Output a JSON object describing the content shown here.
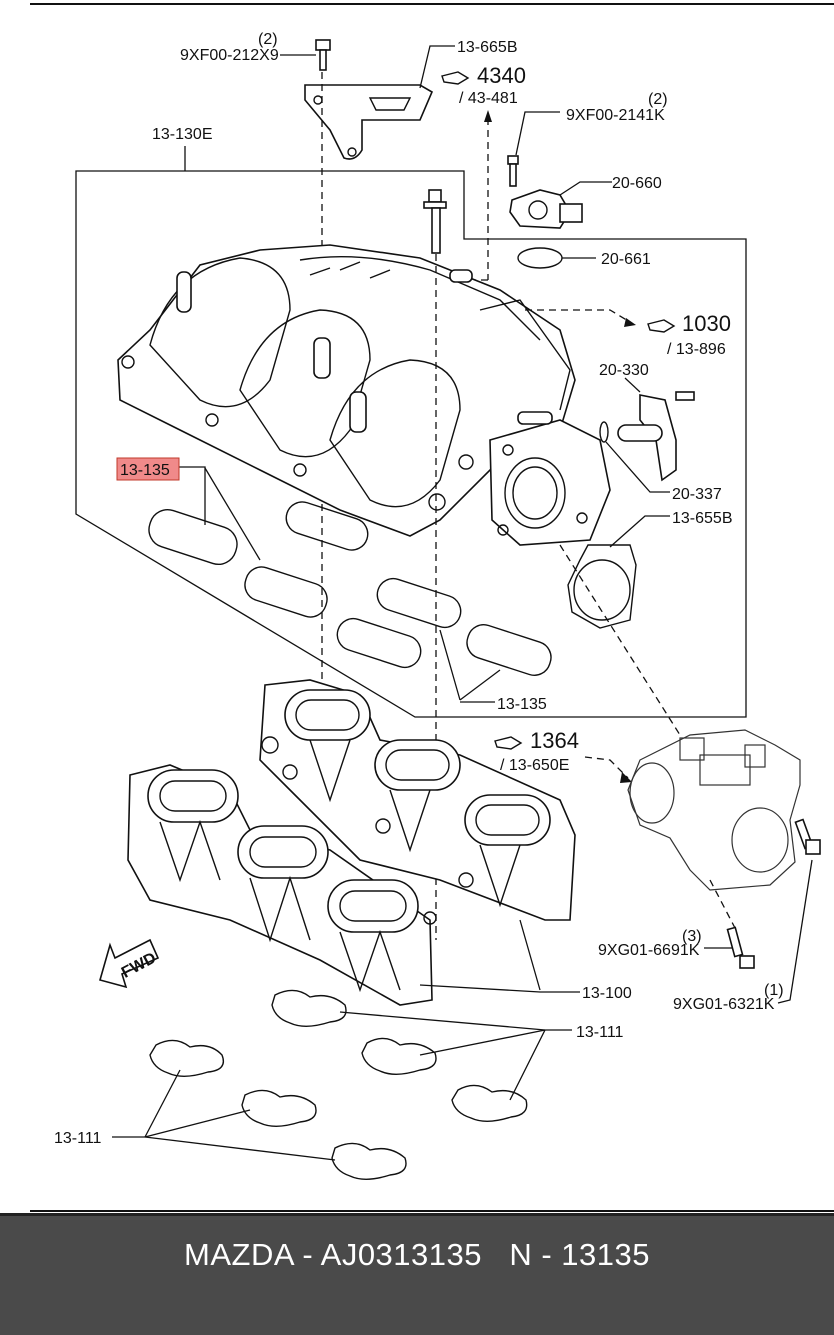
{
  "labels": {
    "top_bolt": "9XF00-212X9",
    "top_bolt_qty": "(2)",
    "bracket": "13-665B",
    "ref_4340": "4340",
    "ref_4340_sub": "/ 43-481",
    "sensor_bolt": "9XF00-2141K",
    "sensor_bolt_qty": "(2)",
    "upper_assy": "13-130E",
    "sensor": "20-660",
    "sensor_gasket": "20-661",
    "ref_1030": "1030",
    "ref_1030_sub": "/ 13-896",
    "solenoid": "20-330",
    "highlight_part": "13-135",
    "oring": "20-337",
    "tb_gasket": "13-655B",
    "gasket_bottom": "13-135",
    "ref_1364": "1364",
    "ref_1364_sub": "/ 13-650E",
    "tb_bolt1": "9XG01-6691K",
    "tb_bolt1_qty": "(3)",
    "lower_manifold": "13-100",
    "tb_bolt2": "9XG01-6321K",
    "tb_bolt2_qty": "(1)",
    "lower_gasket_right": "13-111",
    "lower_gasket_left": "13-111",
    "fwd": "FWD"
  },
  "highlight_color": "#f08a8a",
  "footer": {
    "text": "MAZDA - AJ0313135   N - 13135"
  }
}
